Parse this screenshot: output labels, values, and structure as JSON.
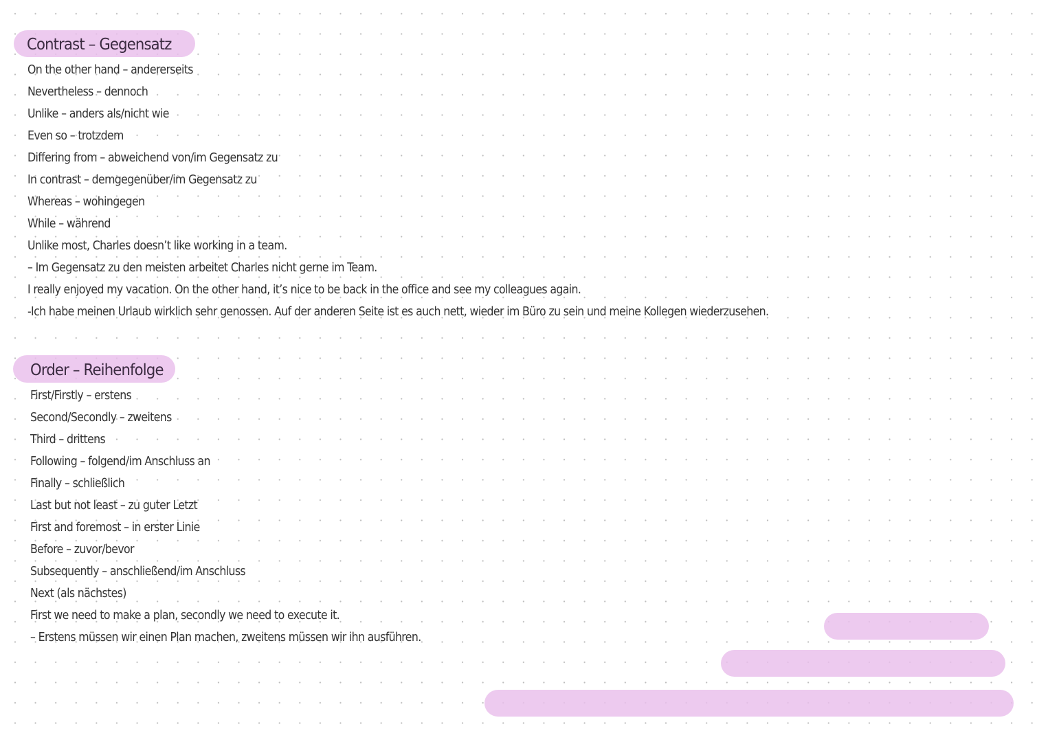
{
  "colors": {
    "highlight_pill": "#efc8f0",
    "heading_text": "#3a2a40",
    "body_text": "#333333",
    "grid_dot": "#bdbdbd",
    "background": "#ffffff"
  },
  "sections": [
    {
      "heading": "Contrast – Gegensatz",
      "lines": [
        "On the other hand – andererseits",
        "Nevertheless – dennoch",
        "Unlike – anders als/nicht wie",
        "Even so – trotzdem",
        "Differing from – abweichend von/im Gegensatz zu",
        "In contrast – demgegenüber/im Gegensatz zu",
        "Whereas – wohingegen",
        "While – während",
        "Unlike most, Charles doesn’t like working in a team.",
        "– Im Gegensatz zu den meisten arbeitet Charles nicht gerne im Team.",
        "I really enjoyed my vacation. On the other hand, it’s nice to be back in the office and see my colleagues again.",
        "-Ich habe meinen Urlaub wirklich sehr genossen. Auf der anderen Seite ist es auch nett, wieder im Büro zu sein und meine Kollegen wiederzusehen."
      ]
    },
    {
      "heading": "Order – Reihenfolge",
      "lines": [
        "First/Firstly – erstens",
        "Second/Secondly – zweitens",
        "Third – drittens",
        "Following – folgend/im Anschluss an",
        "Finally – schließlich",
        "Last but not least – zu guter Letzt",
        "First and foremost – in erster Linie",
        "Before – zuvor/bevor",
        "Subsequently – anschließend/im Anschluss",
        "Next (als nächstes)",
        "First we need to make a plan, secondly we need to execute it.",
        "– Erstens müssen wir einen Plan machen, zweitens müssen wir ihn ausführen."
      ]
    }
  ],
  "decorations": {
    "empty_pills": 3
  }
}
